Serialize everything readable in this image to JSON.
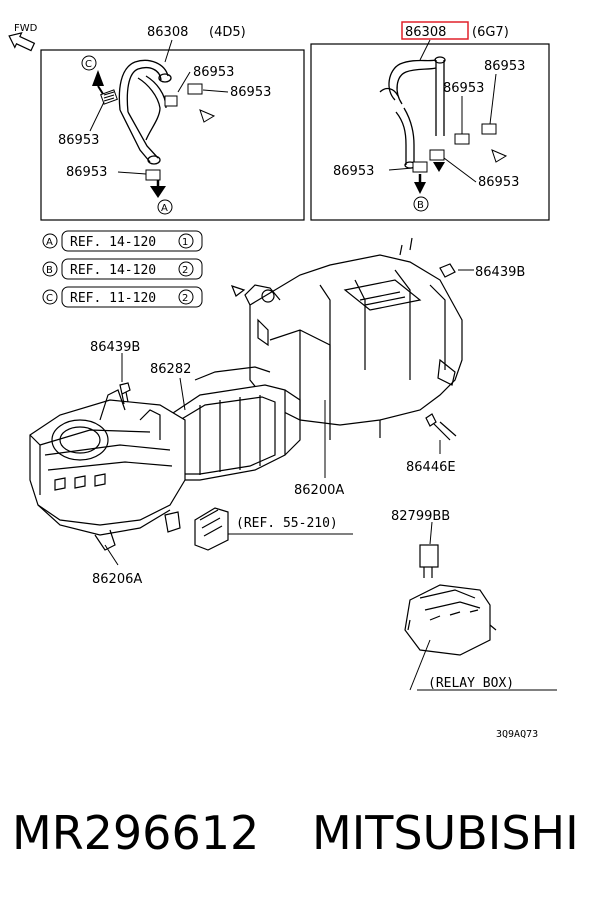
{
  "fwd_label": "FWD",
  "box_left": {
    "title_part": "86308",
    "title_variant": "(4D5)",
    "callout_1": "86953",
    "callout_2": "86953",
    "callout_3": "86953",
    "callout_4": "86953",
    "marker_c": "C",
    "marker_a": "A"
  },
  "box_right": {
    "title_part": "86308",
    "title_variant": "(6G7)",
    "highlight_color": "#e0202a",
    "callout_1": "86953",
    "callout_2": "86953",
    "callout_3": "86953",
    "callout_4": "86953",
    "marker_b": "B"
  },
  "references": [
    {
      "marker": "A",
      "text": "REF. 14-120",
      "num": "1"
    },
    {
      "marker": "B",
      "text": "REF. 14-120",
      "num": "2"
    },
    {
      "marker": "C",
      "text": "REF. 11-120",
      "num": "2"
    }
  ],
  "parts": {
    "p86439b_right": "86439B",
    "p86439b_left": "86439B",
    "p86282": "86282",
    "p86446e": "86446E",
    "p86200a": "86200A",
    "p82799bb": "82799BB",
    "p86206a": "86206A",
    "ref_55_210": "(REF. 55-210)",
    "relay_box": "(RELAY BOX)"
  },
  "drawing_code": "3Q9AQ73",
  "footer": {
    "part_number": "MR296612",
    "brand": "MITSUBISHI"
  }
}
